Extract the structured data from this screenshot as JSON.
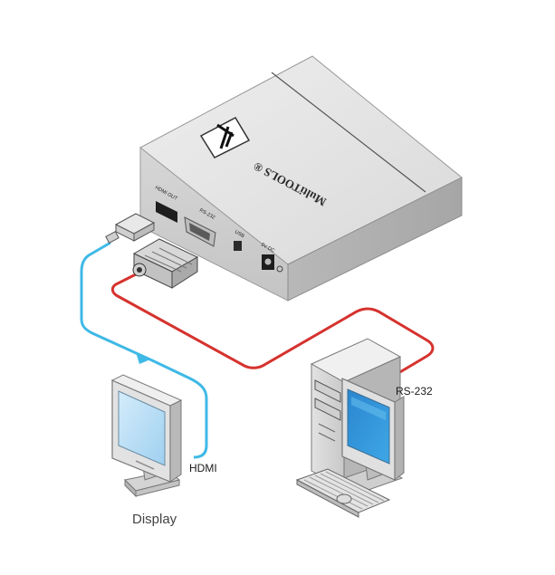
{
  "device": {
    "brand_text": "MultiTOOLS ®",
    "ports": {
      "hdmi_out": "HDMI OUT",
      "rs232": "RS-232",
      "usb": "USB",
      "power": "5V DC"
    }
  },
  "labels": {
    "hdmi_cable": "HDMI",
    "rs232_cable": "RS-232",
    "display": "Display"
  },
  "colors": {
    "hdmi_cable": "#3fb9e6",
    "rs232_cable": "#d6322e",
    "device_body": "#e3e3e3",
    "monitor_screen": "#2f93d6"
  }
}
